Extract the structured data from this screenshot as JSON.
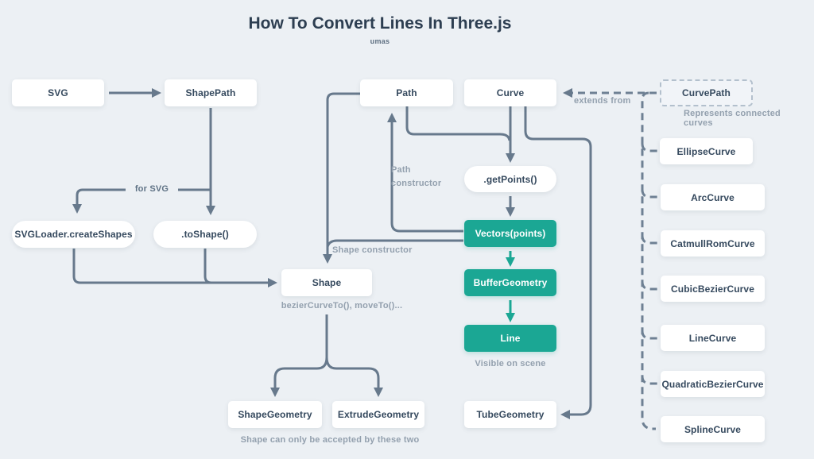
{
  "title": "How To Convert Lines In Three.js",
  "subtitle": "umas",
  "colors": {
    "background": "#ecf0f4",
    "node_background": "#ffffff",
    "accent_teal": "#1ba794",
    "line": "#67798c",
    "node_text": "#35495e",
    "muted_text": "#93a0ae"
  },
  "nodes": {
    "svg": "SVG",
    "shape_path": "ShapePath",
    "path": "Path",
    "curve": "Curve",
    "curve_path": "CurvePath",
    "svg_loader_create_shapes": "SVGLoader.createShapes",
    "to_shape": ".toShape()",
    "get_points": ".getPoints()",
    "vectors_points": "Vectors(points)",
    "buffer_geometry": "BufferGeometry",
    "line": "Line",
    "shape": "Shape",
    "shape_geometry": "ShapeGeometry",
    "extrude_geometry": "ExtrudeGeometry",
    "tube_geometry": "TubeGeometry"
  },
  "annotations": {
    "for_svg": "for SVG",
    "path_constructor": "Path constructor",
    "shape_constructor": "Shape constructor",
    "extends_from": "extends from",
    "represents_connected_curves": "Represents connected curves",
    "shape_methods": "bezierCurveTo(), moveTo()...",
    "visible_on_scene": "Visible on scene",
    "shape_accepted": "Shape can only be accepted by these two"
  },
  "curve_types": {
    "items": [
      {
        "label": "EllipseCurve"
      },
      {
        "label": "ArcCurve"
      },
      {
        "label": "CatmullRomCurve"
      },
      {
        "label": "CubicBezierCurve"
      },
      {
        "label": "LineCurve"
      },
      {
        "label": "QuadraticBezierCurve"
      },
      {
        "label": "SplineCurve"
      }
    ]
  }
}
